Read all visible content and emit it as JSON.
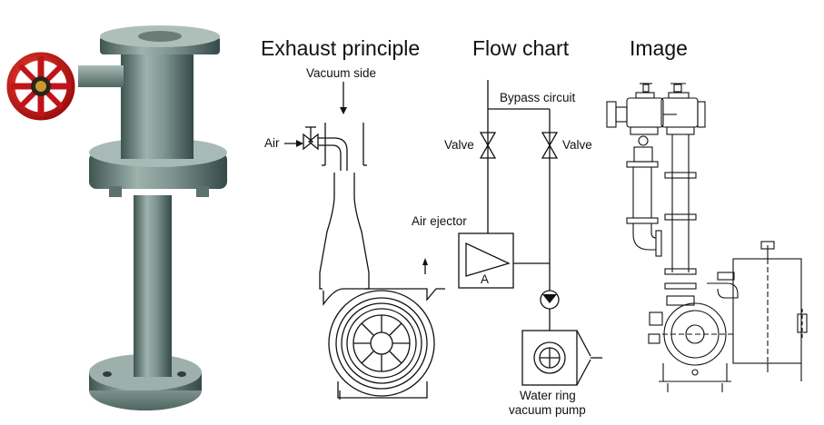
{
  "headings": {
    "exhaust": "Exhaust principle",
    "flow": "Flow chart",
    "image": "Image"
  },
  "exhaust_labels": {
    "vacuum_side": "Vacuum side",
    "air": "Air"
  },
  "flow_labels": {
    "bypass": "Bypass circuit",
    "valve_left": "Valve",
    "valve_right": "Valve",
    "air_ejector": "Air ejector",
    "ejector_letter": "A",
    "pump_line1": "Water ring",
    "pump_line2": "vacuum pump"
  },
  "colors": {
    "valve_handwheel": "#d21a1a",
    "ejector_body": "#6f8a85",
    "line": "#111111"
  }
}
